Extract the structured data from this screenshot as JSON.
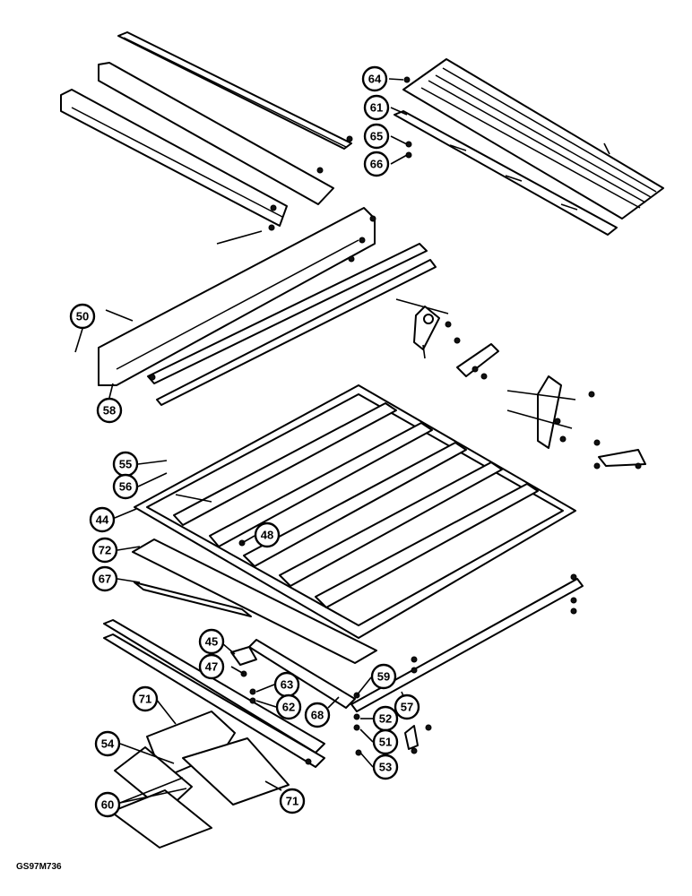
{
  "figure_code": "GS97M736",
  "callouts": [
    {
      "id": "64",
      "label": "64"
    },
    {
      "id": "61",
      "label": "61"
    },
    {
      "id": "65",
      "label": "65"
    },
    {
      "id": "66",
      "label": "66"
    },
    {
      "id": "50",
      "label": "50"
    },
    {
      "id": "58",
      "label": "58"
    },
    {
      "id": "55",
      "label": "55"
    },
    {
      "id": "56",
      "label": "56"
    },
    {
      "id": "44",
      "label": "44"
    },
    {
      "id": "48",
      "label": "48"
    },
    {
      "id": "72",
      "label": "72"
    },
    {
      "id": "67",
      "label": "67"
    },
    {
      "id": "45",
      "label": "45"
    },
    {
      "id": "47",
      "label": "47"
    },
    {
      "id": "63",
      "label": "63"
    },
    {
      "id": "62",
      "label": "62"
    },
    {
      "id": "59",
      "label": "59"
    },
    {
      "id": "68",
      "label": "68"
    },
    {
      "id": "57",
      "label": "57"
    },
    {
      "id": "52",
      "label": "52"
    },
    {
      "id": "51",
      "label": "51"
    },
    {
      "id": "53",
      "label": "53"
    },
    {
      "id": "71a",
      "label": "71"
    },
    {
      "id": "54",
      "label": "54"
    },
    {
      "id": "71b",
      "label": "71"
    },
    {
      "id": "60",
      "label": "60"
    }
  ]
}
